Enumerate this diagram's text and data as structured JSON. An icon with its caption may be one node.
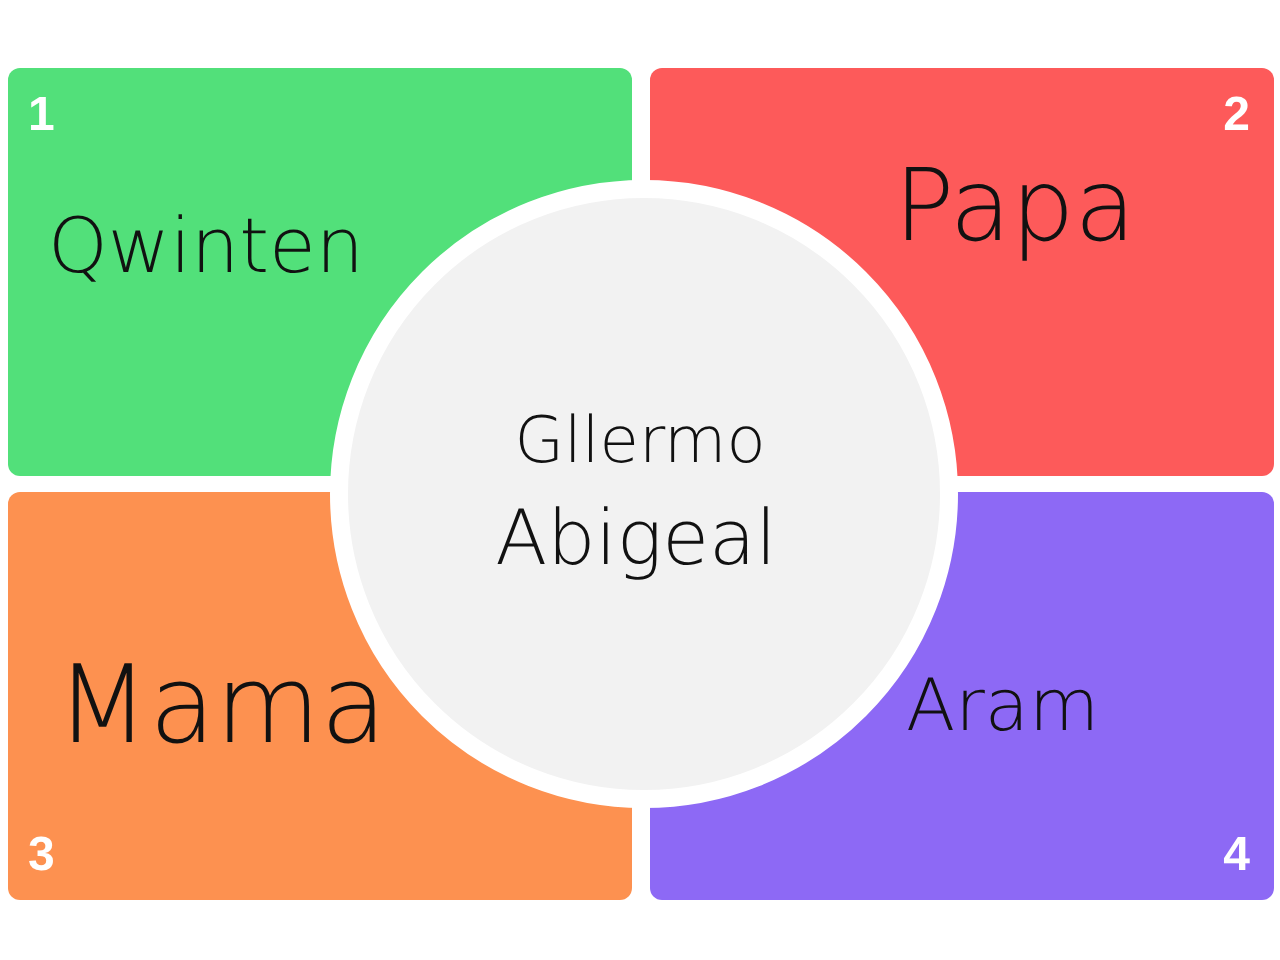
{
  "diagram": {
    "nodes": [
      {
        "text": [
          "1",
          "Qwinten"
        ]
      },
      {
        "text": [
          "2",
          "Papa"
        ]
      },
      {
        "text": [
          "3",
          "Mama"
        ]
      },
      {
        "text": [
          "4",
          "Aram"
        ]
      },
      {
        "text": [
          "Gllermo",
          "Abigeal"
        ]
      }
    ]
  }
}
